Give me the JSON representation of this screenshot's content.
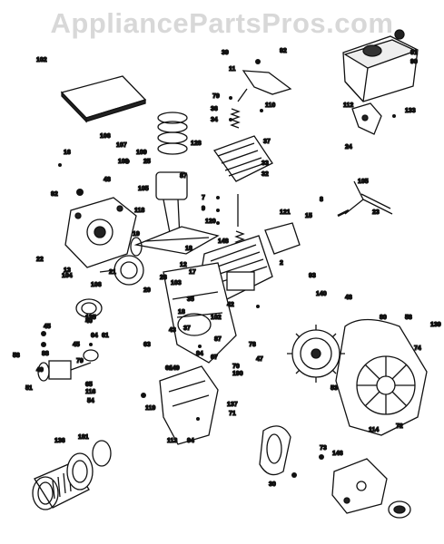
{
  "watermark": "AppliancePartsPros.com",
  "ink_color": "#111111",
  "callouts": [
    "91",
    "90",
    "39",
    "92",
    "102",
    "11",
    "79",
    "36",
    "110",
    "34",
    "133",
    "112",
    "37",
    "106",
    "107",
    "109",
    "108",
    "25",
    "33",
    "32",
    "92",
    "24",
    "16",
    "87",
    "48",
    "105",
    "105",
    "8",
    "7",
    "9",
    "120",
    "121",
    "15",
    "128",
    "148",
    "12",
    "118",
    "23",
    "22",
    "19",
    "26",
    "13",
    "17",
    "18",
    "2",
    "93",
    "21",
    "104",
    "106",
    "103",
    "20",
    "35",
    "18",
    "42",
    "102",
    "40",
    "43",
    "37",
    "149",
    "140",
    "48",
    "64",
    "45",
    "70",
    "135",
    "64",
    "80",
    "58",
    "139",
    "61",
    "63",
    "87",
    "84",
    "67",
    "78",
    "47",
    "190",
    "88",
    "58",
    "49",
    "45",
    "51",
    "65",
    "74",
    "79",
    "53",
    "54",
    "116",
    "119",
    "137",
    "71",
    "72",
    "114",
    "113",
    "94",
    "136",
    "181",
    "30",
    "73",
    "146"
  ]
}
